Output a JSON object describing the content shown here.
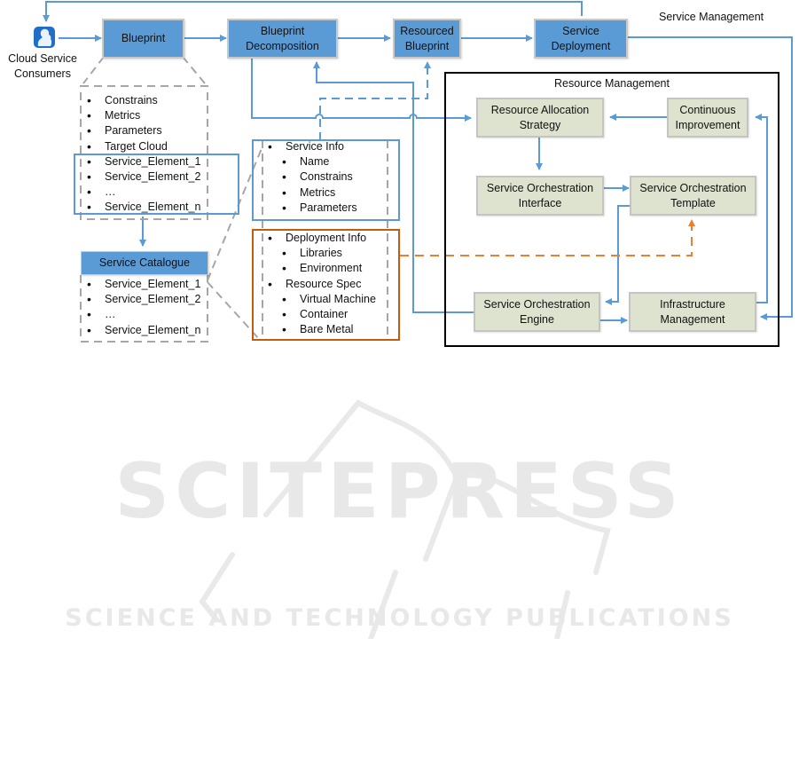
{
  "diagram": {
    "actor": {
      "label_line1": "Cloud Service",
      "label_line2": "Consumers",
      "icon": "user-silhouette-icon"
    },
    "service_management_title": "Service Management",
    "resource_management_title": "Resource Management",
    "pipeline": [
      {
        "id": "blueprint",
        "line1": "Blueprint",
        "line2": ""
      },
      {
        "id": "decomposition",
        "line1": "Blueprint",
        "line2": "Decomposition"
      },
      {
        "id": "resourced",
        "line1": "Resourced",
        "line2": "Blueprint"
      },
      {
        "id": "deployment",
        "line1": "Service",
        "line2": "Deployment"
      }
    ],
    "blueprint_contents": {
      "items": [
        "Constrains",
        "Metrics",
        "Parameters",
        "Target Cloud"
      ],
      "service_elements": [
        "Service_Element_1",
        "Service_Element_2",
        "…",
        "Service_Element_n"
      ]
    },
    "service_catalogue": {
      "title": "Service Catalogue",
      "items": [
        "Service_Element_1",
        "Service_Element_2",
        "…",
        "Service_Element_n"
      ]
    },
    "service_element_detail": {
      "service_info": {
        "title": "Service Info",
        "items": [
          "Name",
          "Constrains",
          "Metrics",
          "Parameters"
        ]
      },
      "deployment_info": {
        "title": "Deployment  Info",
        "items": [
          "Libraries",
          "Environment"
        ]
      },
      "resource_spec": {
        "title": "Resource Spec",
        "items": [
          "Virtual Machine",
          "Container",
          "Bare Metal"
        ]
      }
    },
    "resource_management": [
      {
        "id": "allocation",
        "line1": "Resource Allocation",
        "line2": "Strategy"
      },
      {
        "id": "improvement",
        "line1": "Continuous",
        "line2": "Improvement"
      },
      {
        "id": "orch_interface",
        "line1": "Service Orchestration",
        "line2": "Interface"
      },
      {
        "id": "orch_template",
        "line1": "Service Orchestration",
        "line2": "Template"
      },
      {
        "id": "orch_engine",
        "line1": "Service Orchestration",
        "line2": "Engine"
      },
      {
        "id": "infra",
        "line1": "Infrastructure",
        "line2": "Management"
      }
    ],
    "colors": {
      "pipeline_box": "#5b9bd5",
      "rm_box": "#dde3cf",
      "arrow_blue": "#5b9bd5",
      "arrow_orange": "#ed7d31",
      "dashed_grey": "#a6a6a6",
      "frame": "#000000"
    }
  },
  "watermark": {
    "title": "SCITEPRESS",
    "subtitle": "SCIENCE AND TECHNOLOGY PUBLICATIONS"
  }
}
